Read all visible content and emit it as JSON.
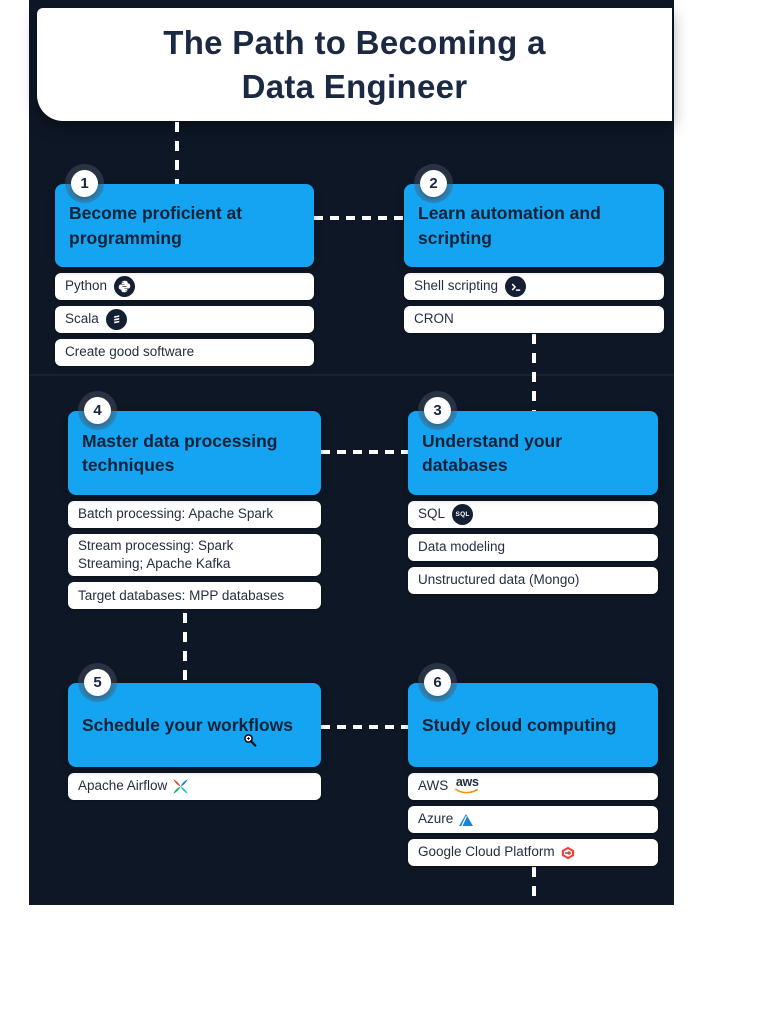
{
  "title": {
    "line1": "The Path to Becoming a",
    "line2": "Data Engineer"
  },
  "steps": [
    {
      "number": "1",
      "heading": "Become proficient at programming",
      "items": [
        {
          "label": "Python",
          "icon": "python-icon"
        },
        {
          "label": "Scala",
          "icon": "scala-icon"
        },
        {
          "label": "Create good software"
        }
      ]
    },
    {
      "number": "2",
      "heading": "Learn automation and scripting",
      "items": [
        {
          "label": "Shell scripting",
          "icon": "terminal-icon"
        },
        {
          "label": "CRON"
        }
      ]
    },
    {
      "number": "3",
      "heading": "Understand your databases",
      "items": [
        {
          "label": "SQL",
          "icon": "sql-icon"
        },
        {
          "label": "Data modeling"
        },
        {
          "label": "Unstructured data (Mongo)"
        }
      ]
    },
    {
      "number": "4",
      "heading": "Master data processing techniques",
      "items": [
        {
          "label": "Batch processing: Apache Spark"
        },
        {
          "label": "Stream processing: Spark Streaming; Apache Kafka"
        },
        {
          "label": "Target databases: MPP databases"
        }
      ]
    },
    {
      "number": "5",
      "heading": "Schedule your workflows",
      "items": [
        {
          "label": "Apache Airflow",
          "icon": "airflow-icon"
        }
      ]
    },
    {
      "number": "6",
      "heading": "Study cloud computing",
      "items": [
        {
          "label": "AWS",
          "icon": "aws-icon"
        },
        {
          "label": "Azure",
          "icon": "azure-icon"
        },
        {
          "label": "Google Cloud Platform",
          "icon": "gcp-icon"
        }
      ]
    }
  ],
  "colors": {
    "accent_blue": "#14a4f1",
    "panel_bg": "#0e1726",
    "card_bg": "#ffffff",
    "title_text": "#1b2a42",
    "heading_text": "#0f2237",
    "item_text": "#242f3f",
    "icon_circle_bg": "#141f33",
    "aws_orange": "#f79400",
    "azure_blue": "#1585d8",
    "gcp_red": "#ea4335",
    "airflow_red": "#e43a2a",
    "airflow_blue": "#017cee",
    "airflow_teal": "#00c7d4",
    "airflow_green": "#04aa4f"
  }
}
